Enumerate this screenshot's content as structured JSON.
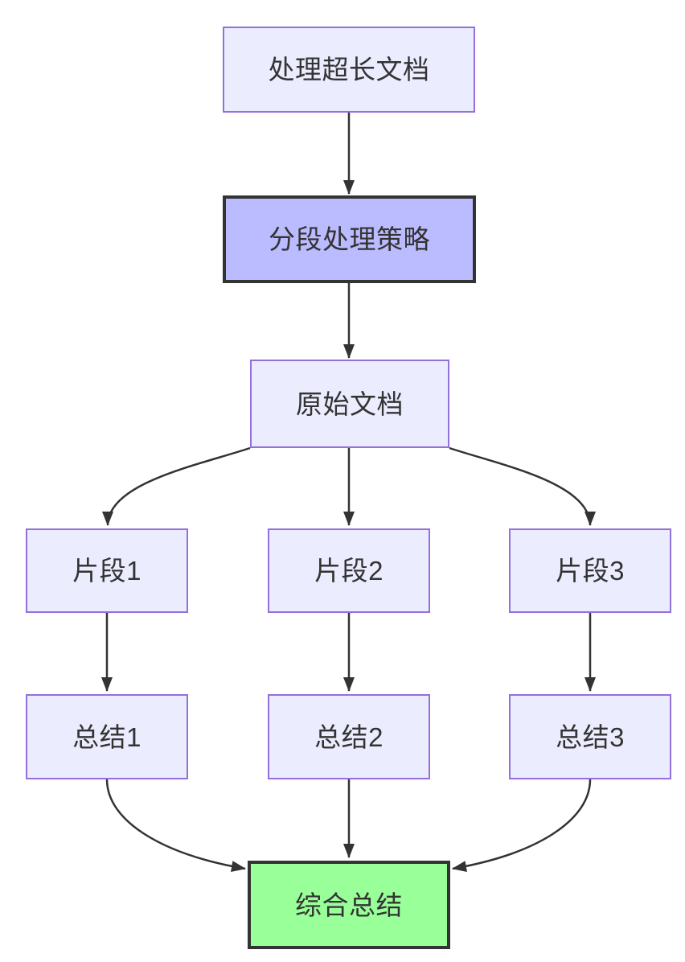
{
  "diagram": {
    "type": "flowchart-top-down",
    "nodes": {
      "process_long_doc": {
        "label": "处理超长文档",
        "style": "default"
      },
      "segment_strategy": {
        "label": "分段处理策略",
        "style": "emphasis"
      },
      "original_doc": {
        "label": "原始文档",
        "style": "default"
      },
      "fragment_1": {
        "label": "片段1",
        "style": "default"
      },
      "fragment_2": {
        "label": "片段2",
        "style": "default"
      },
      "fragment_3": {
        "label": "片段3",
        "style": "default"
      },
      "summary_1": {
        "label": "总结1",
        "style": "default"
      },
      "summary_2": {
        "label": "总结2",
        "style": "default"
      },
      "summary_3": {
        "label": "总结3",
        "style": "default"
      },
      "final_summary": {
        "label": "综合总结",
        "style": "success"
      }
    },
    "edges": [
      {
        "from": "process_long_doc",
        "to": "segment_strategy"
      },
      {
        "from": "segment_strategy",
        "to": "original_doc"
      },
      {
        "from": "original_doc",
        "to": "fragment_1"
      },
      {
        "from": "original_doc",
        "to": "fragment_2"
      },
      {
        "from": "original_doc",
        "to": "fragment_3"
      },
      {
        "from": "fragment_1",
        "to": "summary_1"
      },
      {
        "from": "fragment_2",
        "to": "summary_2"
      },
      {
        "from": "fragment_3",
        "to": "summary_3"
      },
      {
        "from": "summary_1",
        "to": "final_summary"
      },
      {
        "from": "summary_2",
        "to": "final_summary"
      },
      {
        "from": "summary_3",
        "to": "final_summary"
      }
    ],
    "colors": {
      "background": "#FFFFFF",
      "default_node_fill": "#ECECFF",
      "default_node_border": "#9370DB",
      "emphasis_node_fill": "#BBBBFF",
      "emphasis_node_border": "#333333",
      "success_node_fill": "#99FF99",
      "success_node_border": "#333333",
      "edge_color": "#333333",
      "text_color": "#333333"
    }
  }
}
